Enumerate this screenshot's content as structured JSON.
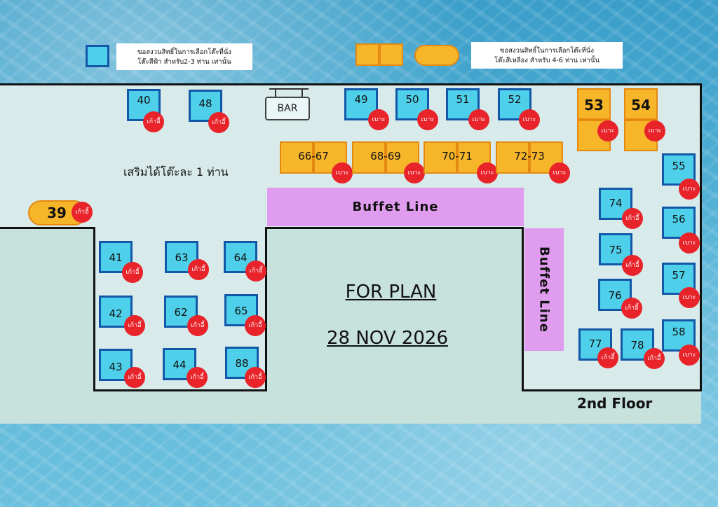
{
  "legend": {
    "blue_text": [
      "ขอสงวนสิทธิ์ในการเลือกโต๊ะที่นั่ง",
      "โต๊ะสีฟ้า สำหรับ2-3 ท่าน เท่านั้น"
    ],
    "yellow_text": [
      "ขอสงวนสิทธิ์ในการเลือกโต๊ะที่นั่ง",
      "โต๊ะสีเหลือง สำหรับ 4-6 ท่าน เท่านั้น"
    ]
  },
  "bar_label": "BAR",
  "extra_note": "เสริมได้โต๊ะละ 1 ท่าน",
  "buffet_label": "Buffet Line",
  "plan_title": "FOR PLAN",
  "plan_date": "28 NOV 2026",
  "floor_label": "2nd Floor",
  "seat_labels": {
    "chair": "เก้าอี้",
    "sofa": "เบาะ"
  },
  "tables": {
    "blue_chair": [
      "40",
      "48",
      "41",
      "63",
      "64",
      "42",
      "62",
      "65",
      "43",
      "44",
      "88",
      "74",
      "75",
      "76",
      "77",
      "78"
    ],
    "blue_sofa": [
      "49",
      "50",
      "51",
      "52",
      "55",
      "56",
      "57",
      "58"
    ],
    "yellow_pairs": [
      "66-67",
      "68-69",
      "70-71",
      "72-73"
    ],
    "yellow_single": [
      "53",
      "54"
    ],
    "oval": "39"
  },
  "colors": {
    "blue_table": "#4fd0ea",
    "yellow_table": "#f7b52a",
    "seat": "#e8232a",
    "buffet": "#e09cee"
  }
}
